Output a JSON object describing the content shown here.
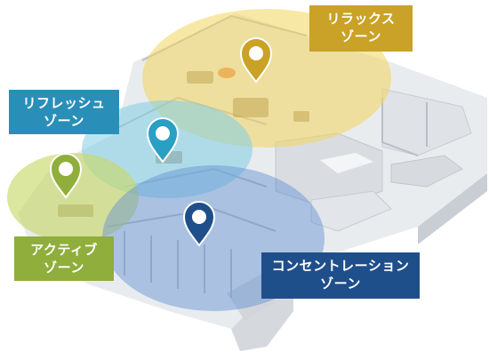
{
  "zones": [
    {
      "id": "relax",
      "label_line1": "リラックス",
      "label_line2": "ゾーン",
      "color": "#c9a227",
      "area_color": "#f2d55c"
    },
    {
      "id": "refresh",
      "label_line1": "リフレッシュ",
      "label_line2": "ゾーン",
      "color": "#2a8fb8",
      "area_color": "#7fcde3"
    },
    {
      "id": "active",
      "label_line1": "アクティブ",
      "label_line2": "ゾーン",
      "color": "#8fae3b",
      "area_color": "#c8d96a"
    },
    {
      "id": "concentration",
      "label_line1": "コンセントレーション",
      "label_line2": "ゾーン",
      "color": "#1f4f8a",
      "area_color": "#5d8fd0"
    }
  ],
  "icons": [
    "location-pin-icon"
  ]
}
